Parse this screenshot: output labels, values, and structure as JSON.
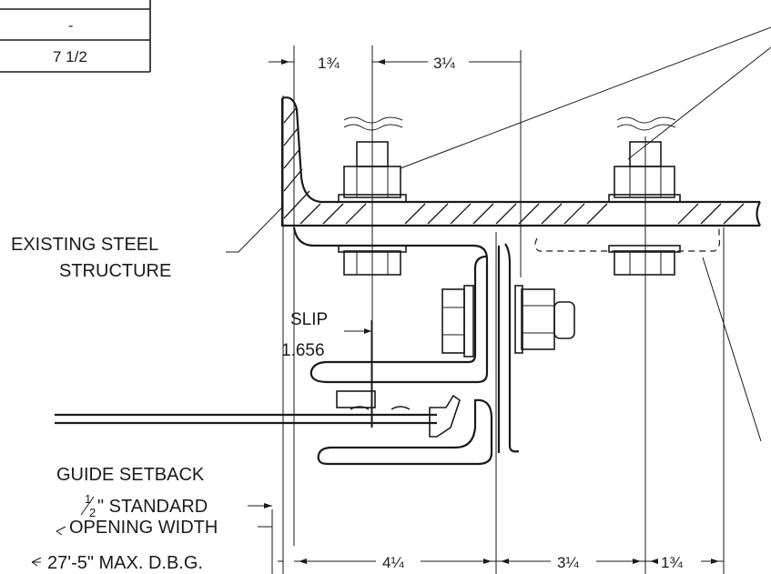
{
  "table": {
    "row_mid": "-",
    "row_bottom": "7 1/2"
  },
  "dims": {
    "top_left": "1¾",
    "top_right": "3¼",
    "bottom_a": "4¼",
    "bottom_b": "3¼",
    "bottom_c": "1¾"
  },
  "labels": {
    "existing_line1": "EXISTING STEEL",
    "existing_line2": "STRUCTURE",
    "slip_title": "SLIP",
    "slip_value": "1.656",
    "guide_setback": "GUIDE SETBACK",
    "standard": "\" STANDARD",
    "opening_width": "OPENING WIDTH",
    "max_dbg": "27'-5\" MAX. D.B.G."
  }
}
